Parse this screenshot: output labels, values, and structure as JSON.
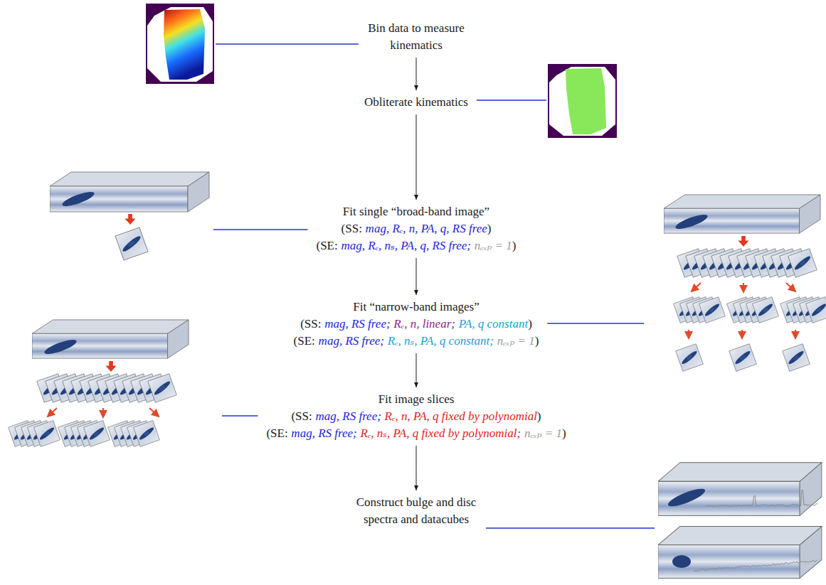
{
  "diagram": {
    "nodes": [
      {
        "text": [
          "Bin data to measure kinematics"
        ]
      },
      {
        "text": [
          "Obliterate kinematics"
        ]
      },
      {
        "text": [
          "Fit single “broad-band image”",
          "(SS:",
          "mag, Rₑ, n, PA, q, RS free",
          ")",
          "(SE:",
          "mag, Rₑ, nₛ, PA, q, RS free;",
          "nₑₓₚ = 1",
          ")"
        ]
      },
      {
        "text": [
          "Fit “narrow-band images”",
          "(SS:",
          "mag, RS free;",
          "Rₑ, n, linear;",
          "PA, q constant",
          ")",
          "(SE:",
          "mag, RS free;",
          "Rₑ, nₛ, PA, q constant;",
          "nₑₓₚ = 1",
          ")"
        ]
      },
      {
        "text": [
          "Fit image slices",
          "(SS:",
          "mag, RS free;",
          "Rₑ, n, PA, q fixed by polynomial",
          ")",
          "(SE:",
          "mag, RS free;",
          "Rₑ, nₛ, PA, q fixed by polynomial;",
          "nₑₓₚ = 1",
          ")"
        ]
      },
      {
        "text": [
          "Construct bulge and disc spectra and datacubes"
        ]
      }
    ],
    "edges": [
      {
        "from": 0,
        "to": 1,
        "arrow": "to"
      },
      {
        "from": 1,
        "to": 2,
        "arrow": "to"
      },
      {
        "from": 2,
        "to": 3,
        "arrow": "to"
      },
      {
        "from": 3,
        "to": 4,
        "arrow": "to"
      },
      {
        "from": 4,
        "to": 5,
        "arrow": "to"
      }
    ]
  }
}
